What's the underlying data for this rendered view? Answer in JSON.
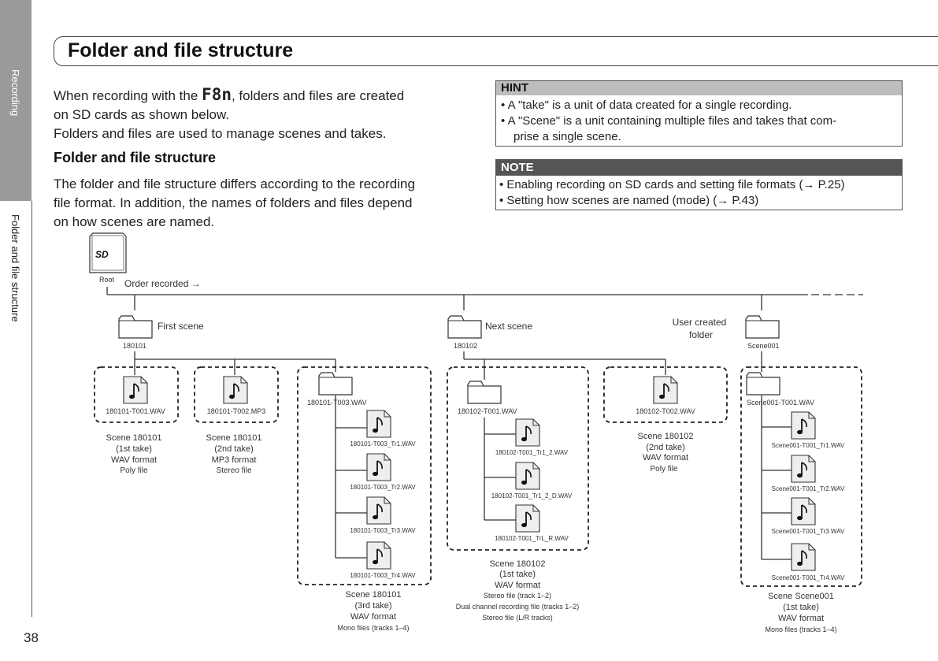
{
  "sidebar": {
    "section_label": "Recording",
    "sub_label": "Folder and file structure"
  },
  "page_number": "38",
  "title": "Folder and file structure",
  "intro": {
    "line1_pre": "When recording with the ",
    "brand": "F8n",
    "line1_post": ", folders and files are created",
    "line2": "on SD cards as shown below.",
    "line3": "Folders and files are used to manage scenes and takes."
  },
  "subheading": "Folder and file structure",
  "body": {
    "line1": "The folder and file structure differs according to the recording",
    "line2": "file format. In addition, the names of folders and files depend",
    "line3": "on how scenes are named."
  },
  "hint": {
    "heading": "HINT",
    "items": [
      "A \"take\" is a unit of data created for a single recording.",
      "A \"Scene\" is a unit containing multiple files and takes that com-",
      "prise a single scene."
    ]
  },
  "note": {
    "heading": "NOTE",
    "items": [
      "Enabling recording on SD cards and setting file formats (→ P.25)",
      "Setting how scenes are named (mode) (→ P.43)"
    ]
  },
  "diagram": {
    "root_label": "Root",
    "order_label": "Order recorded →",
    "folder1": {
      "name": "180101",
      "caption": "First scene"
    },
    "folder2": {
      "name": "180102",
      "caption": "Next scene"
    },
    "folder3": {
      "name": "Scene001",
      "caption1": "User created",
      "caption2": "folder"
    },
    "files": {
      "f180101_t001": "180101-T001.WAV",
      "f180101_t002": "180101-T002.MP3",
      "f180101_t003": "180101-T003.WAV",
      "t003_tr1": "180101-T003_Tr1.WAV",
      "t003_tr2": "180101-T003_Tr2.WAV",
      "t003_tr3": "180101-T003_Tr3.WAV",
      "t003_tr4": "180101-T003_Tr4.WAV",
      "f180102_t001": "180102-T001.WAV",
      "t001_tr12": "180102-T001_Tr1_2.WAV",
      "t001_tr12d": "180102-T001_Tr1_2_D.WAV",
      "t001_trlr": "180102-T001_TrL_R.WAV",
      "f180102_t002": "180102-T002.WAV",
      "s001_t001": "Scene001-T001.WAV",
      "s001_tr1": "Scene001-T001_Tr1.WAV",
      "s001_tr2": "Scene001-T001_Tr2.WAV",
      "s001_tr3": "Scene001-T001_Tr3.WAV",
      "s001_tr4": "Scene001-T001_Tr4.WAV"
    },
    "captions": {
      "c1": [
        "Scene 180101",
        "(1st take)",
        "WAV format",
        "Poly file"
      ],
      "c2": [
        "Scene 180101",
        "(2nd take)",
        "MP3 format",
        "Stereo file"
      ],
      "c3": [
        "Scene 180101",
        "(3rd take)",
        "WAV format",
        "Mono files (tracks 1–4)"
      ],
      "c4": [
        "Scene 180102",
        "(1st take)",
        "WAV format",
        "Stereo file (track 1–2)",
        "Dual channel recording file (tracks 1–2)",
        "Stereo file (L/R tracks)"
      ],
      "c5": [
        "Scene 180102",
        "(2nd take)",
        "WAV format",
        "Poly file"
      ],
      "c6": [
        "Scene Scene001",
        "(1st take)",
        "WAV format",
        "Mono files (tracks 1–4)"
      ]
    }
  }
}
